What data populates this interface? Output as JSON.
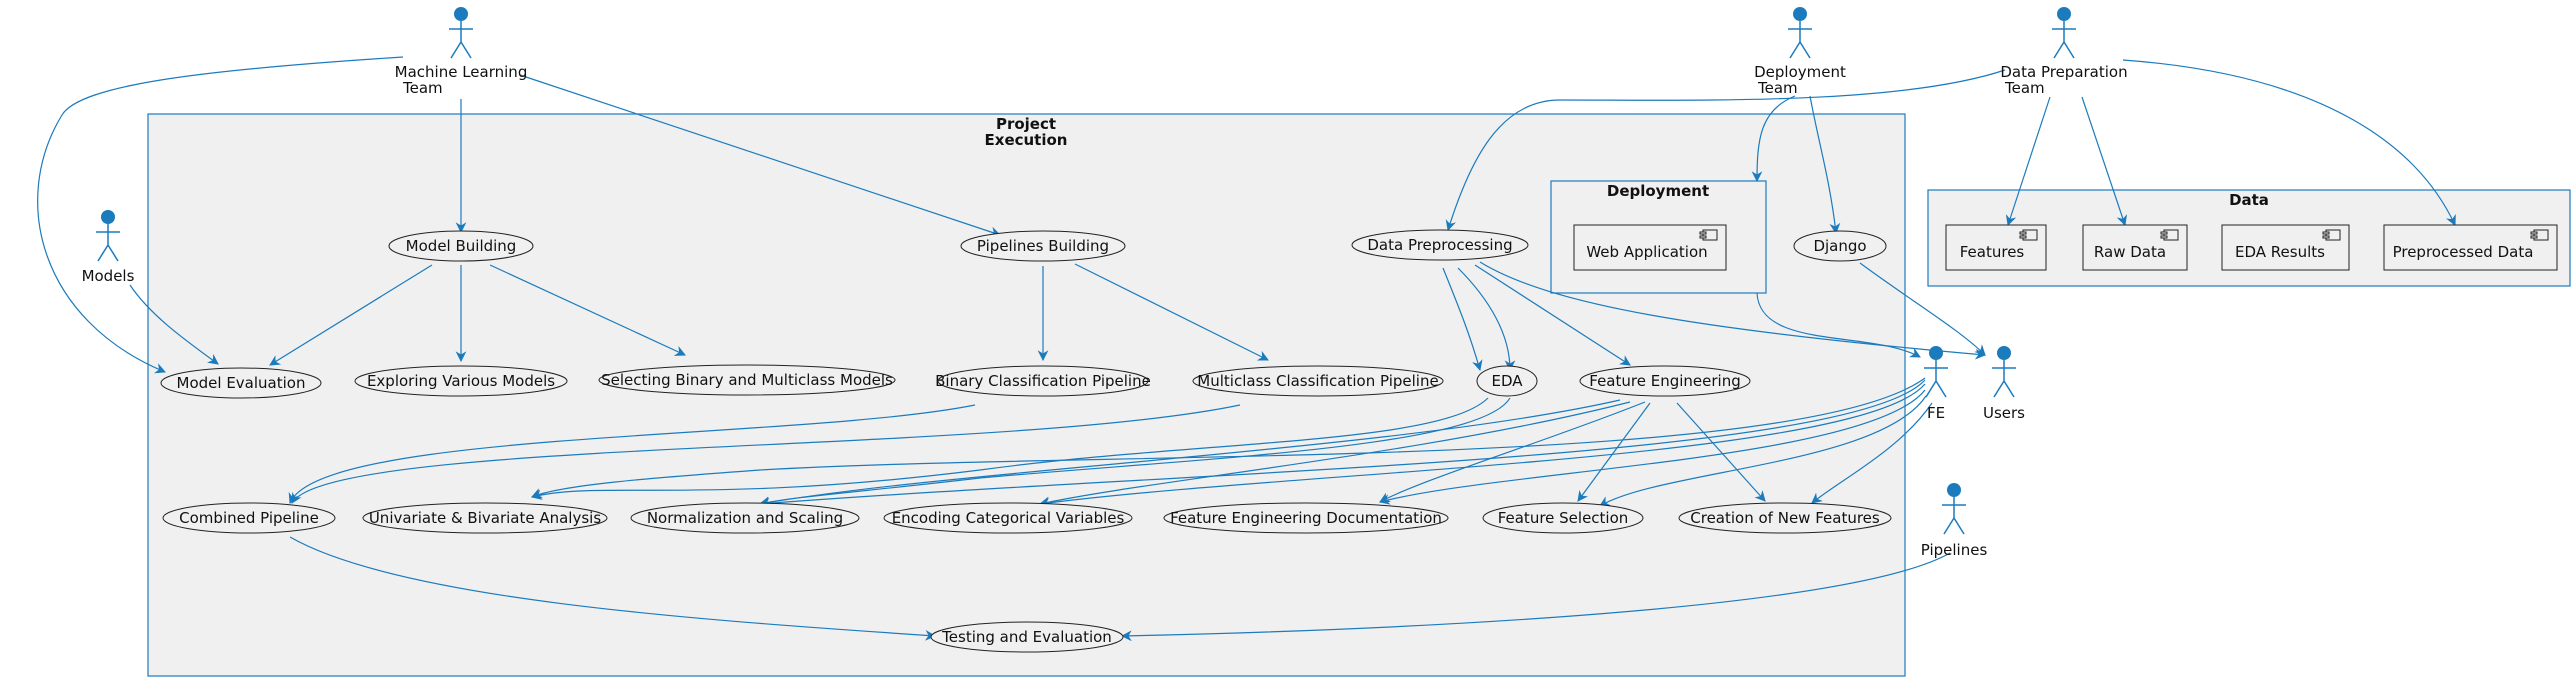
{
  "packages": {
    "project": [
      "Project",
      "Execution"
    ],
    "deployment": "Deployment",
    "data": "Data"
  },
  "actors": {
    "ml_team": [
      "Machine Learning",
      "Team"
    ],
    "deploy_team": [
      "Deployment",
      "Team"
    ],
    "dataprep_team": [
      "Data Preparation",
      "Team"
    ],
    "models": "Models",
    "fe": "FE",
    "users": "Users",
    "pipelines": "Pipelines"
  },
  "usecases": {
    "model_building": "Model Building",
    "pipelines_building": "Pipelines Building",
    "data_preprocessing": "Data Preprocessing",
    "django": "Django",
    "model_evaluation": "Model Evaluation",
    "exploring_models": "Exploring Various Models",
    "selecting_models": "Selecting Binary and Multiclass Models",
    "binary_pipeline": "Binary Classification Pipeline",
    "multiclass_pipeline": "Multiclass Classification Pipeline",
    "eda": "EDA",
    "feature_engineering": "Feature Engineering",
    "combined_pipeline": "Combined Pipeline",
    "univariate": "Univariate & Bivariate Analysis",
    "normalization": "Normalization and Scaling",
    "encoding": "Encoding Categorical Variables",
    "fe_docs": "Feature Engineering Documentation",
    "feature_selection": "Feature Selection",
    "new_features": "Creation of New Features",
    "testing": "Testing and Evaluation"
  },
  "components": {
    "web_app": "Web Application",
    "features": "Features",
    "raw_data": "Raw Data",
    "eda_results": "EDA Results",
    "preprocessed_data": "Preprocessed Data"
  },
  "colors": {
    "accent": "#1b7bbd",
    "fill": "#f0f0f0",
    "outline": "#222222"
  }
}
